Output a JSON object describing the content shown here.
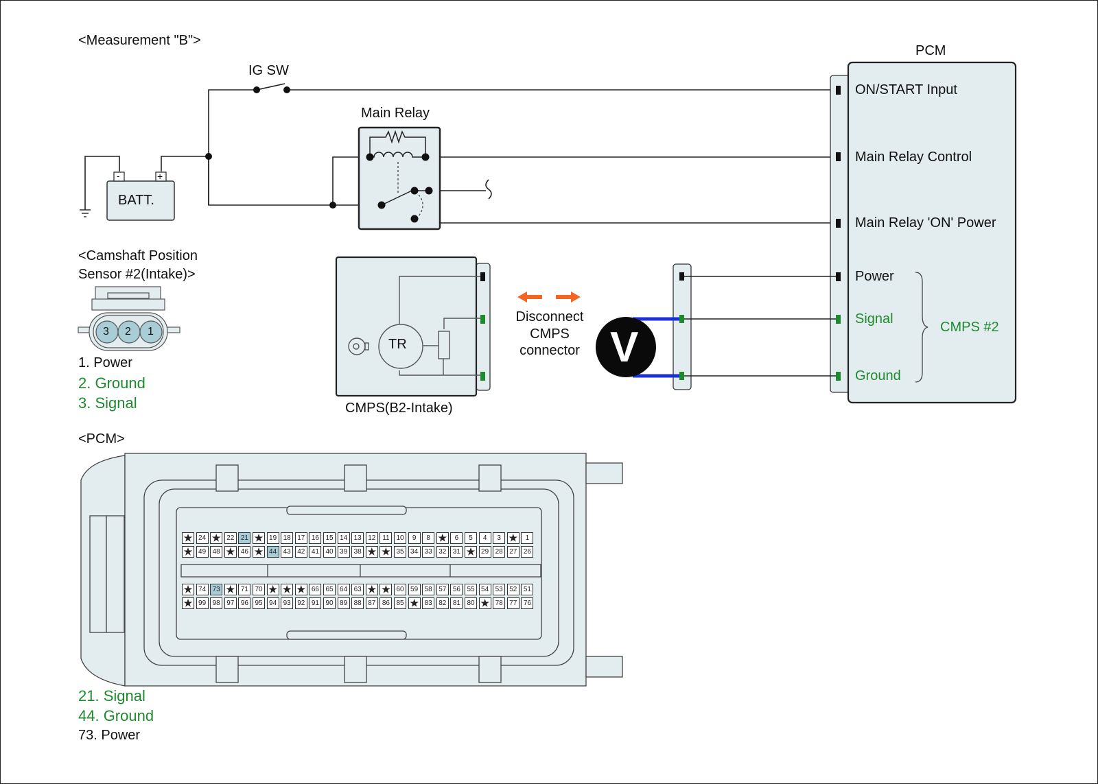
{
  "title": "<Measurement \"B\">",
  "circuit": {
    "ig_switch_label": "IG SW",
    "main_relay_label": "Main Relay",
    "battery_label": "BATT.",
    "battery_minus": "-",
    "battery_plus": "+",
    "pcm_label": "PCM",
    "pcm_terminals": [
      {
        "label": "ON/START Input",
        "color": "#111111"
      },
      {
        "label": "Main Relay Control",
        "color": "#111111"
      },
      {
        "label": "Main Relay 'ON' Power",
        "color": "#111111"
      },
      {
        "label": "Power",
        "color": "#111111"
      },
      {
        "label": "Signal",
        "color": "#1e8a2e"
      },
      {
        "label": "Ground",
        "color": "#1e8a2e"
      }
    ],
    "cmps_group_label": "CMPS #2",
    "sensor_label": "CMPS(B2-Intake)",
    "sensor_inner_label": "TR",
    "disconnect_note": [
      "Disconnect",
      "CMPS",
      "connector"
    ],
    "voltmeter_symbol": "V"
  },
  "sensor_connector": {
    "heading_line1": "<Camshaft Position",
    "heading_line2": "Sensor #2(Intake)>",
    "pin_numbers": [
      "3",
      "2",
      "1"
    ],
    "pins": [
      {
        "label": "1. Power",
        "color": "#111111"
      },
      {
        "label": "2. Ground",
        "color": "#1e8a2e"
      },
      {
        "label": "3. Signal",
        "color": "#1e8a2e"
      }
    ]
  },
  "pcm_connector": {
    "heading": "<PCM>",
    "rows": [
      [
        "★",
        "24",
        "★",
        "22",
        "21",
        "★",
        "19",
        "18",
        "17",
        "16",
        "15",
        "14",
        "13",
        "12",
        "11",
        "10",
        "9",
        "8",
        "★",
        "6",
        "5",
        "4",
        "3",
        "★",
        "1"
      ],
      [
        "★",
        "49",
        "48",
        "★",
        "46",
        "★",
        "44",
        "43",
        "42",
        "41",
        "40",
        "39",
        "38",
        "★",
        "★",
        "35",
        "34",
        "33",
        "32",
        "31",
        "★",
        "29",
        "28",
        "27",
        "26"
      ],
      [
        "★",
        "74",
        "73",
        "★",
        "71",
        "70",
        "★",
        "★",
        "★",
        "66",
        "65",
        "64",
        "63",
        "★",
        "★",
        "60",
        "59",
        "58",
        "57",
        "56",
        "55",
        "54",
        "53",
        "52",
        "51"
      ],
      [
        "★",
        "99",
        "98",
        "97",
        "96",
        "95",
        "94",
        "93",
        "92",
        "91",
        "90",
        "89",
        "88",
        "87",
        "86",
        "85",
        "★",
        "83",
        "82",
        "81",
        "80",
        "★",
        "78",
        "77",
        "76"
      ]
    ],
    "highlighted_pins": [
      "21",
      "44",
      "73"
    ],
    "pins": [
      {
        "label": "21. Signal",
        "color": "#1e8a2e"
      },
      {
        "label": "44. Ground",
        "color": "#1e8a2e"
      },
      {
        "label": "73. Power",
        "color": "#111111"
      }
    ]
  },
  "colors": {
    "box_fill": "#e3ecee",
    "signal_green": "#1e8a2e",
    "probe_blue": "#1a2fd6",
    "arrow_orange": "#f26522",
    "highlight_pin": "#a8cdd6"
  }
}
